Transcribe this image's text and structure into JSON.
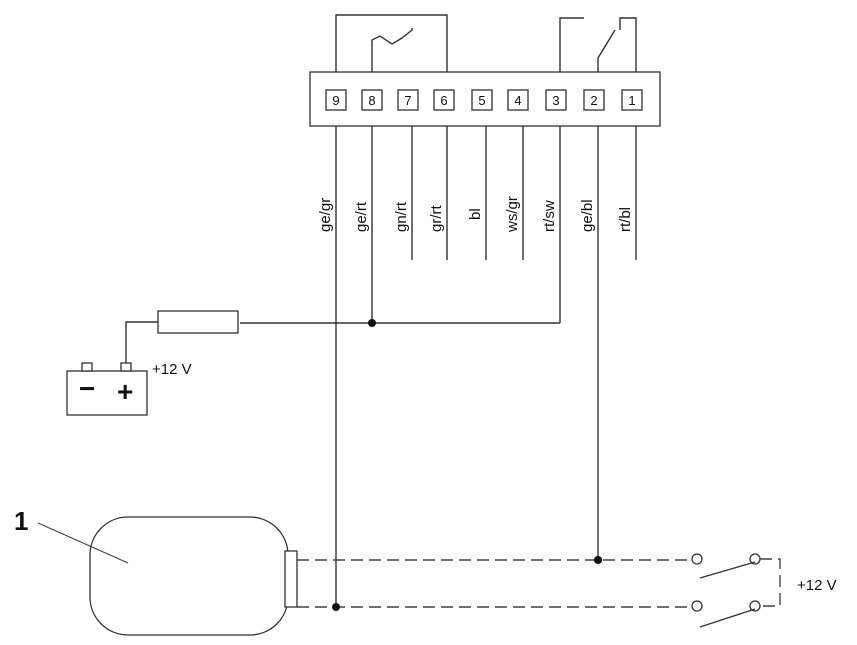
{
  "connector": {
    "pins": [
      "9",
      "8",
      "7",
      "6",
      "5",
      "4",
      "3",
      "2",
      "1"
    ],
    "wires": [
      "ge/gr",
      "ge/rt",
      "gn/rt",
      "gr/rt",
      "bl",
      "ws/gr",
      "rt/sw",
      "ge/bl",
      "rt/bl"
    ]
  },
  "battery": {
    "voltage_label": "+12 V",
    "minus_symbol": "−",
    "plus_symbol": "+"
  },
  "switch_supply": {
    "voltage_label": "+12 V"
  },
  "motor": {
    "callout_label": "1"
  }
}
